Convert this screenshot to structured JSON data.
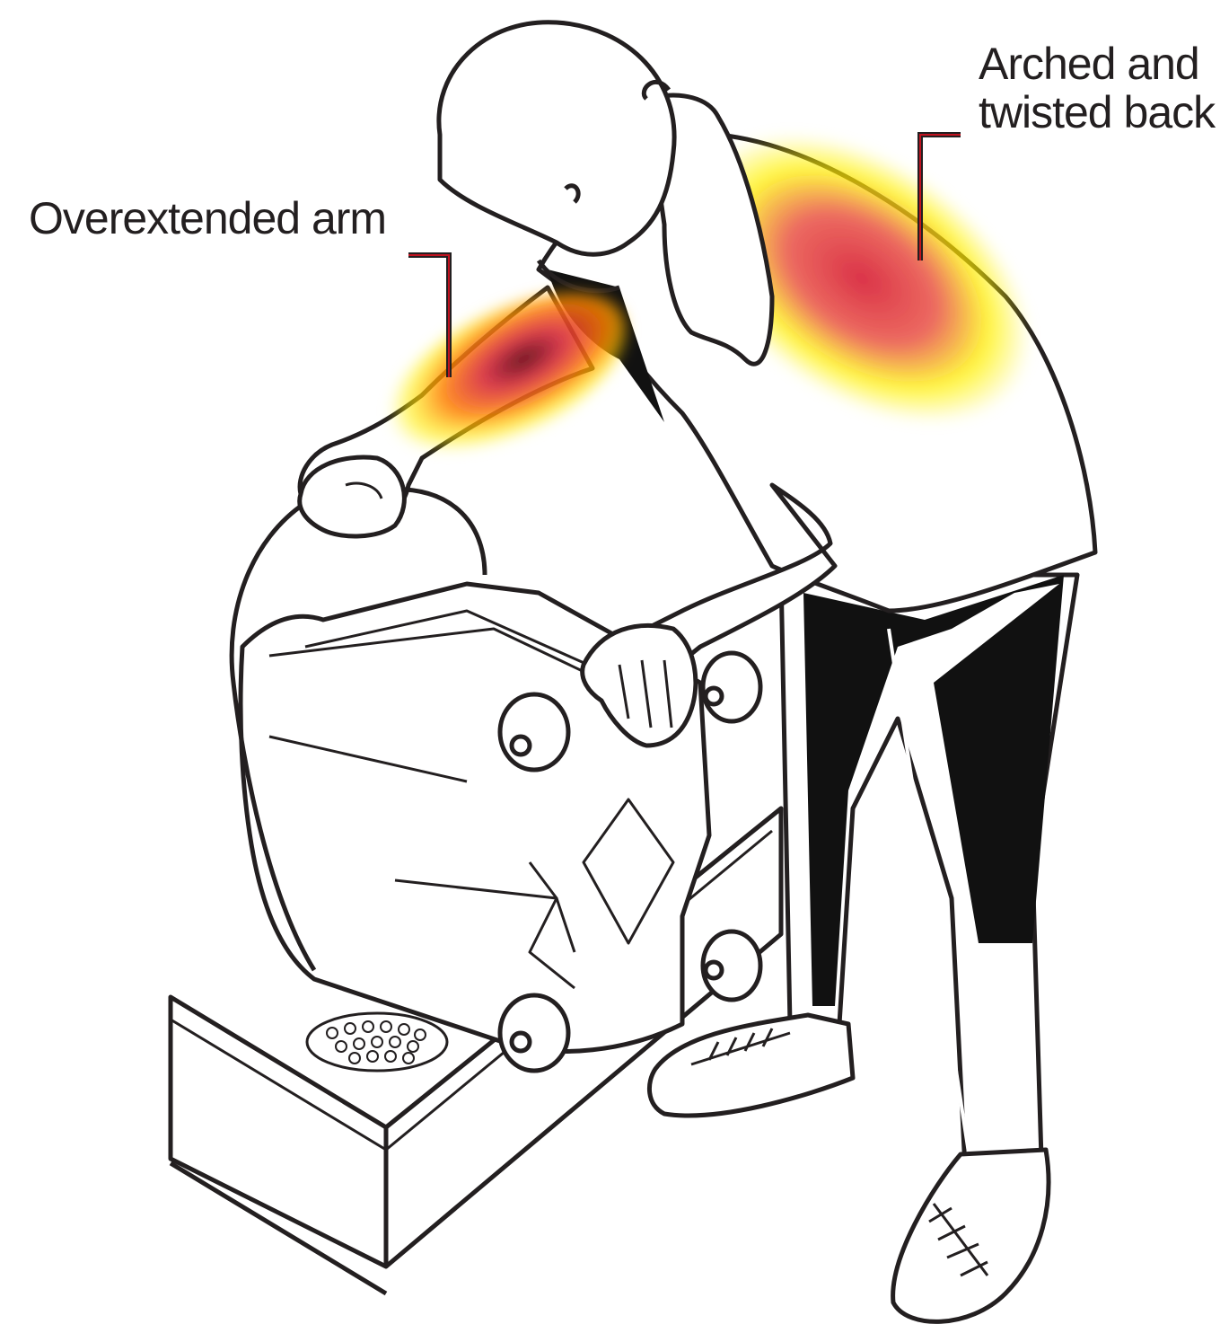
{
  "callouts": {
    "back": {
      "line1": "Arched and",
      "line2": "twisted back"
    },
    "arm": {
      "label": "Overextended arm"
    }
  },
  "colors": {
    "outline": "#231f20",
    "callout_line": "#c1121f",
    "strain_hot": "#d7263d",
    "strain_warm": "#ff7a00",
    "strain_mild": "#fff200"
  },
  "icons": {
    "strain_glow": "radial-glow"
  }
}
